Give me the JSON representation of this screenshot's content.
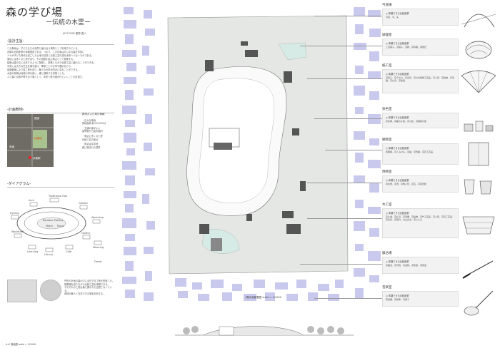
{
  "header": {
    "title": "森の学び場",
    "subtitle": "ー伝統の木霊ー",
    "student": "J0227008 藤原 直人"
  },
  "sections": {
    "design": "-設計主旨-",
    "site": "-計画敷地-",
    "diagram": "-ダイアグラム-"
  },
  "design_text": [
    "この敷地は、子どもたちの自然と触れ合う場所として利用されている。",
    "近隣の伝統産業の体験施設である。つまり、この計画は大いなる森を背景に",
    "人々が子ども時代を過ごした土地の記憶と伝統工芸の技を未来へつなぐものである。",
    "周辺には多くの工房があり、その活動を結ぶ拠点として提案する。",
    "建築は森の中に点在するように配置し、散策しながら伝統工芸に触れることができる。",
    "中央には大きな芝生広場を設け、季節ごとの行事や展示を行う。",
    "回遊動線により各工房を巡り、職人の仕事を間近に見ることができる。",
    "木造の架構は地域の材を用い、森と調和する形態とした。",
    "人と森と伝統が響き合う場として、未来へ受け継がれていくことを目指す。"
  ],
  "site_notes": {
    "title": "敷地および周辺情報",
    "items": [
      "・広大な敷地",
      "敷地面積 約150,000㎡",
      "・交通の便がよい",
      "最寄駅から徒歩圏内",
      "・周辺に多くの工房",
      "伝統工芸の拠点",
      "・周辺は住宅地",
      "森に囲まれた環境"
    ]
  },
  "site_labels": [
    "国道",
    "計画地",
    "府道",
    "京都駅"
  ],
  "diagram_labels": [
    "Arch",
    "Traditional Hall",
    "Garden",
    "Workshop",
    "Gallery",
    "Cafe",
    "Library",
    "Learning",
    "Woodcraft",
    "Dyeing",
    "Weaving",
    "Bamboo",
    "Pottery",
    "Metal",
    "Music",
    "Forest"
  ],
  "bottom_caption": "円形の計画の森の中に点在する工房を配置した。\n散策路を巡りながら伝統工芸を体験できる。\nそれぞれの工房は森に開かれた空間となっている。\n地域の職人と交流できる場を創出する。",
  "plan_caption": "1階平面配置図 scale = 1/1000",
  "section_caption": "A-A' 断面図 scale = 1/1000",
  "workshops": [
    {
      "name": "弓道場",
      "head": "◎ 体験できる伝統産業",
      "text": "弓道、弓、矢"
    },
    {
      "name": "調理室",
      "head": "◎ 体験できる伝統産業",
      "text": "工芸菓子、京菓子、漬物、京料理、茶懐石"
    },
    {
      "name": "紙工室",
      "head": "◎ 体験できる伝統産業",
      "text": "京扇子、京うちわ、京表具、京の伝統紙工芸品、京人形、京指物、京漆器、京仏具、京版画"
    },
    {
      "name": "染色室",
      "head": "◎ 体験できる伝統産業",
      "text": "京友禅、京鹿の子絞、京小紋、京黒紋付染"
    },
    {
      "name": "織物室",
      "head": "◎ 体験できる伝統産業",
      "text": "西陣織、京くみひも、京繍、京刺繍、京石工芸品"
    },
    {
      "name": "焼物室",
      "head": "◎ 体験できる伝統産業",
      "text": "清水焼、京焼、京陶人形、京瓦、京真田紐"
    },
    {
      "name": "木工室",
      "head": "◎ 体験できる伝統産業",
      "text": "京仏壇、京仏具、京漆器、京指物、京竹工芸品、京人形、京石工芸品、京表具、京銘竹、北山丸太、京たたみ"
    },
    {
      "name": "鍛冶場",
      "head": "◎ 体験できる伝統産業",
      "text": "京鍛冶、京刃物、京金物、京象嵌、京焼金"
    },
    {
      "name": "音楽室",
      "head": "◎ 体験できる伝統産業",
      "text": "邦楽器、京和傘、京扇子"
    }
  ],
  "colors": {
    "building": "#555555",
    "residential": "#c9c9ee",
    "forest": "#e4e7e4",
    "water": "#d6ebe6"
  }
}
